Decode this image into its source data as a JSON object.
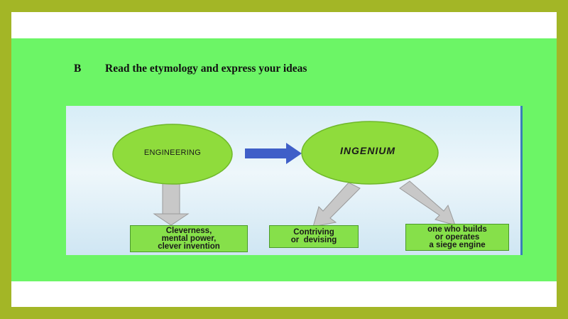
{
  "heading": {
    "letter": "B",
    "text": "Read the etymology and express your ideas"
  },
  "diagram": {
    "source_node": "ENGINEERING",
    "root_node": "INGENIUM",
    "meanings": [
      {
        "lines": [
          "Cleverness,",
          "mental power,",
          "clever invention"
        ]
      },
      {
        "lines": [
          "Contriving",
          "or  devising"
        ]
      },
      {
        "lines": [
          "one who builds",
          "or operates",
          "a siege engine"
        ]
      }
    ]
  },
  "colors": {
    "frame": "#a3b626",
    "band": "#6cf566",
    "ellipse": "#8fdc3c",
    "arrow_blue": "#3f5fc8",
    "arrow_gray": "#c8c8c8"
  }
}
